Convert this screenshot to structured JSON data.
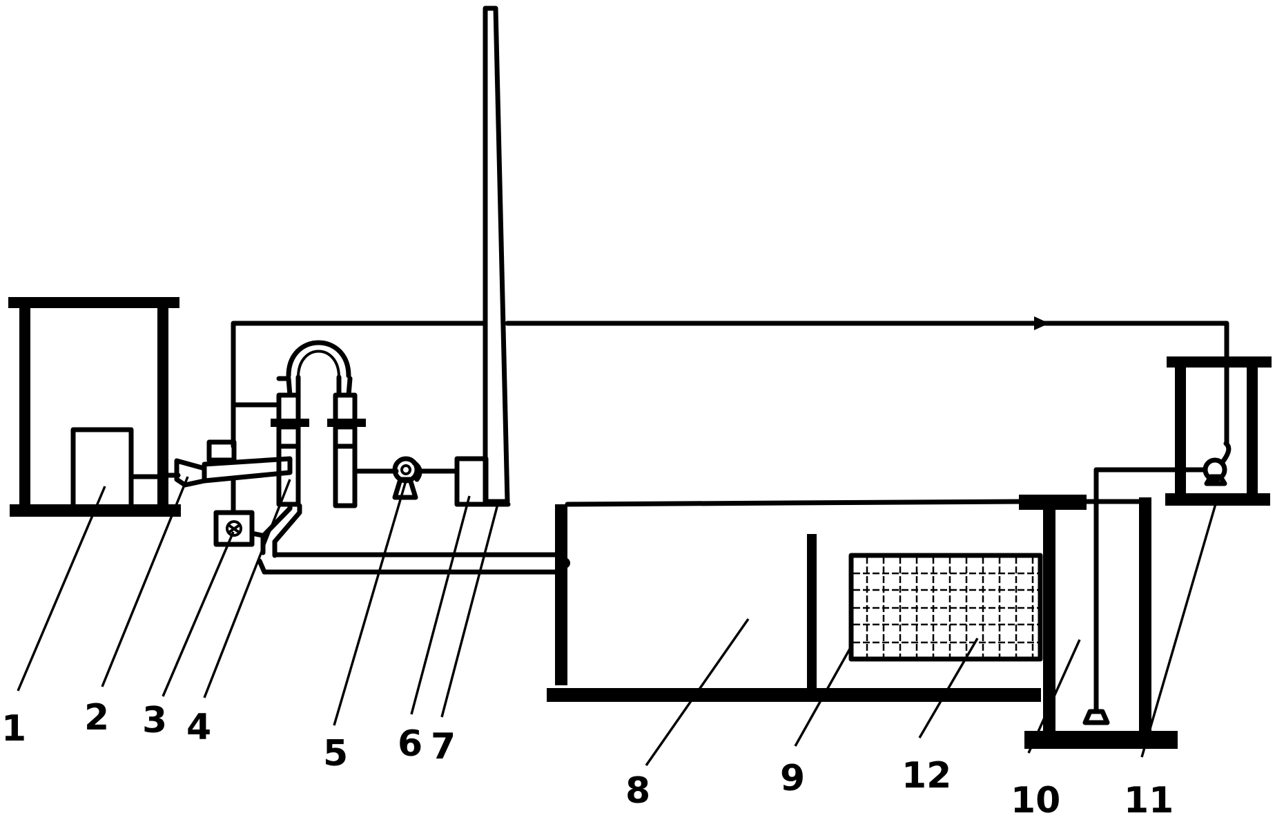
{
  "labels": [
    "1",
    "2",
    "3",
    "4",
    "5",
    "6",
    "7",
    "8",
    "9",
    "12",
    "10",
    "11"
  ],
  "colors": {
    "ink": "#000000",
    "paper": "#ffffff"
  }
}
